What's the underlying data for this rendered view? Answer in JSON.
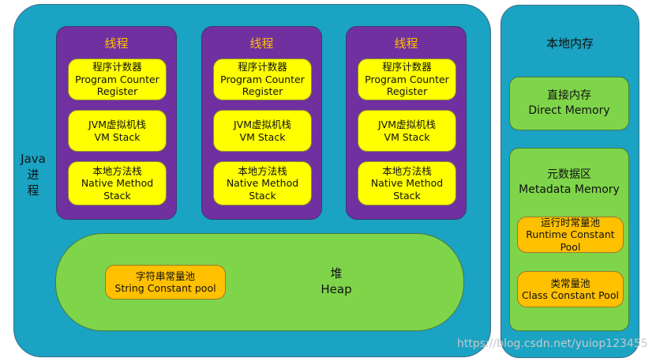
{
  "java_process": {
    "label_line1": "Java",
    "label_line2": "进",
    "label_line3": "程"
  },
  "threads": [
    {
      "title": "线程",
      "program_counter": {
        "cn": "程序计数器",
        "en1": "Program Counter",
        "en2": "Register"
      },
      "vm_stack": {
        "cn": "JVM虚拟机栈",
        "en": "VM Stack"
      },
      "native_stack": {
        "cn": "本地方法栈",
        "en1": "Native Method",
        "en2": "Stack"
      }
    },
    {
      "title": "线程",
      "program_counter": {
        "cn": "程序计数器",
        "en1": "Program Counter",
        "en2": "Register"
      },
      "vm_stack": {
        "cn": "JVM虚拟机栈",
        "en": "VM Stack"
      },
      "native_stack": {
        "cn": "本地方法栈",
        "en1": "Native Method",
        "en2": "Stack"
      }
    },
    {
      "title": "线程",
      "program_counter": {
        "cn": "程序计数器",
        "en1": "Program Counter",
        "en2": "Register"
      },
      "vm_stack": {
        "cn": "JVM虚拟机栈",
        "en": "VM Stack"
      },
      "native_stack": {
        "cn": "本地方法栈",
        "en1": "Native Method",
        "en2": "Stack"
      }
    }
  ],
  "heap": {
    "cn": "堆",
    "en": "Heap",
    "string_pool": {
      "cn": "字符串常量池",
      "en": "String Constant pool"
    }
  },
  "native_memory": {
    "title": "本地内存",
    "direct_memory": {
      "cn": "直接内存",
      "en": "Direct Memory"
    },
    "metadata": {
      "cn": "元数据区",
      "en": "Metadata Memory",
      "runtime_pool": {
        "cn": "运行时常量池",
        "en1": "Runtime Constant",
        "en2": "Pool"
      },
      "class_pool": {
        "cn": "类常量池",
        "en": "Class Constant Pool"
      }
    }
  },
  "watermark": "https://blog.csdn.net/yuiop123455",
  "colors": {
    "process_bg": "#1aa3c2",
    "thread_bg": "#7030a0",
    "thread_title": "#ffc000",
    "memory_box": "#ffff00",
    "heap_bg": "#7fd54a",
    "pool_bg": "#ffc000"
  }
}
